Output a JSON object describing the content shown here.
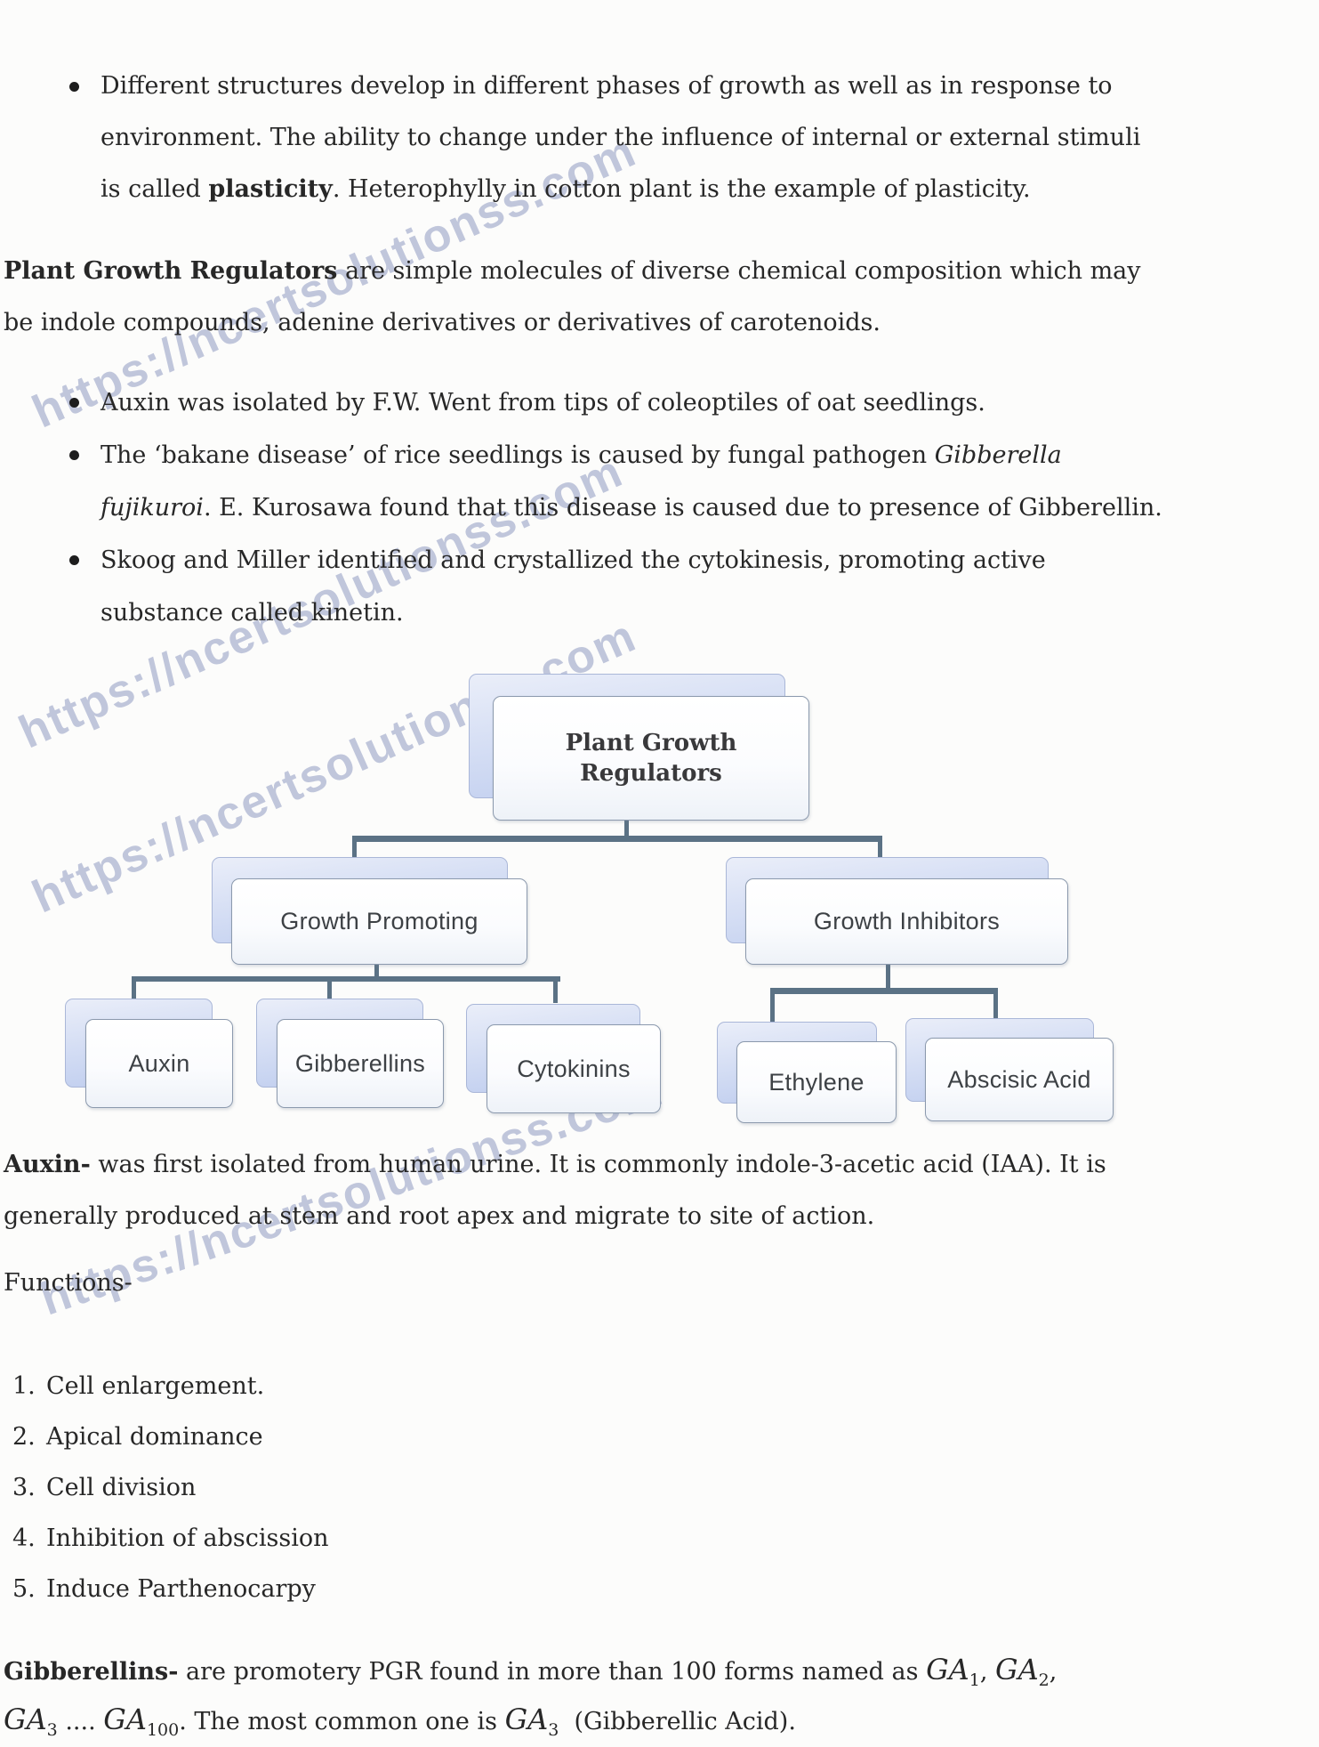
{
  "watermark": {
    "text": "https://ncertsolutionss.com",
    "color": "#838fbc"
  },
  "colors": {
    "body_text": "#272727",
    "connector": "#5b7285",
    "box_border": "#8b99ad",
    "box_shadow_top": "#eaeef9",
    "box_shadow_bottom": "#bccbee",
    "watermark": "#838fbc"
  },
  "intro_bullet": {
    "lines": [
      [
        {
          "t": "Different structures develop in different phases of growth as well as in response to"
        }
      ],
      [
        {
          "t": "environment. The ability to change under the influence of internal or external stimuli"
        }
      ],
      [
        {
          "t": "is called "
        },
        {
          "t": "plasticity",
          "b": true
        },
        {
          "t": ". Heterophylly in cotton plant is the example of plasticity."
        }
      ]
    ]
  },
  "pgr_paragraph": {
    "lines": [
      [
        {
          "t": "Plant Growth Regulators",
          "b": true
        },
        {
          "t": " are simple molecules of diverse chemical composition which may"
        }
      ],
      [
        {
          "t": "be indole compounds, adenine derivatives or derivatives of carotenoids."
        }
      ]
    ]
  },
  "discovery_bullets": [
    {
      "lines": [
        [
          {
            "t": "Auxin was isolated by F.W. Went from tips of coleoptiles of oat seedlings."
          }
        ]
      ]
    },
    {
      "lines": [
        [
          {
            "t": "The ‘bakane disease’ of rice seedlings is caused by fungal pathogen "
          },
          {
            "t": "Gibberella",
            "i": true
          }
        ],
        [
          {
            "t": "fujikuroi",
            "i": true
          },
          {
            "t": ". E. Kurosawa found that this disease is caused due to presence of Gibberellin."
          }
        ]
      ]
    },
    {
      "lines": [
        [
          {
            "t": "Skoog and Miller identified and crystallized the cytokinesis, promoting active"
          }
        ],
        [
          {
            "t": "substance called kinetin."
          }
        ]
      ]
    }
  ],
  "diagram": {
    "root_label": {
      "line1": "Plant Growth",
      "line2": "Regulators"
    },
    "branch_labels": [
      "Growth Promoting",
      "Growth Inhibitors"
    ],
    "leaf_labels": [
      "Auxin",
      "Gibberellins",
      "Cytokinins",
      "Ethylene",
      "Abscisic Acid"
    ]
  },
  "auxin_paragraph": {
    "lines": [
      [
        {
          "t": "Auxin-",
          "b": true
        },
        {
          "t": " was first isolated from human urine. It is commonly indole-3-acetic acid (IAA). It is"
        }
      ],
      [
        {
          "t": "generally produced at stem and root apex and migrate to site of action."
        }
      ]
    ]
  },
  "functions_heading": "Functions-",
  "functions_list": [
    {
      "n": "1.",
      "t": "Cell enlargement."
    },
    {
      "n": "2.",
      "t": "Apical dominance"
    },
    {
      "n": "3.",
      "t": "Cell division"
    },
    {
      "n": "4.",
      "t": "Inhibition of abscission"
    },
    {
      "n": "5.",
      "t": "Induce Parthenocarpy"
    }
  ],
  "gibberellins_paragraph": {
    "lines": [
      [
        {
          "t": "Gibberellins-",
          "b": true
        },
        {
          "t": " are promotery PGR found in more than 100 forms named as "
        },
        {
          "t": "GA",
          "math": true
        },
        {
          "t": "1",
          "mathsub": true
        },
        {
          "t": ", "
        },
        {
          "t": "GA",
          "math": true
        },
        {
          "t": "2",
          "mathsub": true
        },
        {
          "t": ","
        }
      ],
      [
        {
          "t": "GA",
          "math": true
        },
        {
          "t": "3",
          "mathsub": true
        },
        {
          "t": " .... "
        },
        {
          "t": "GA",
          "math": true
        },
        {
          "t": "100",
          "mathsub": true
        },
        {
          "t": ". The most common one is "
        },
        {
          "t": "GA",
          "math": true
        },
        {
          "t": "3",
          "mathsub": true
        },
        {
          "t": "  (Gibberellic Acid)."
        }
      ]
    ]
  }
}
